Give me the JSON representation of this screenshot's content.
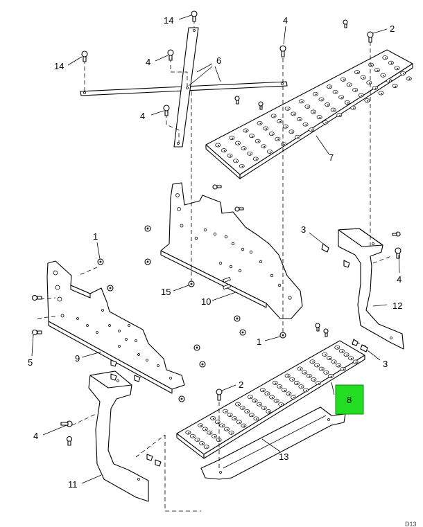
{
  "diagram": {
    "callouts": [
      "14",
      "14",
      "4",
      "4",
      "4",
      "6",
      "2",
      "7",
      "3",
      "4",
      "12",
      "1",
      "15",
      "10",
      "1",
      "3",
      "9",
      "5",
      "2",
      "8",
      "4",
      "13",
      "11"
    ],
    "highlighted_callout": "8",
    "reference_code": "D13",
    "colors": {
      "line": "#000000",
      "highlight": "#22dd22",
      "background": "#ffffff"
    }
  }
}
